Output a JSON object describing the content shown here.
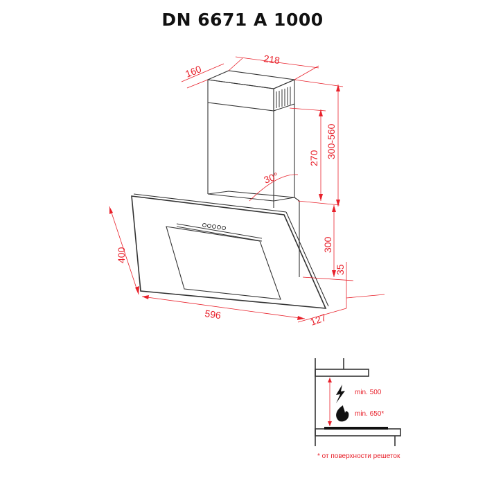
{
  "title": "DN 6671 A 1000",
  "colors": {
    "dimension": "#e8202a",
    "outline": "#333333",
    "background": "#ffffff"
  },
  "dimensions": {
    "chimney_depth": "160",
    "chimney_width": "218",
    "chimney_height_range": "300-560",
    "chimney_lower_height": "270",
    "tilt_angle": "30°",
    "panel_height": "400",
    "panel_width": "596",
    "body_height": "300",
    "bottom_offset": "35",
    "bottom_depth": "127"
  },
  "installation": {
    "electric_min": "min. 500",
    "gas_min": "min. 650*",
    "footnote": "* от поверхности решеток",
    "icons": [
      "lightning-icon",
      "flame-icon"
    ]
  }
}
